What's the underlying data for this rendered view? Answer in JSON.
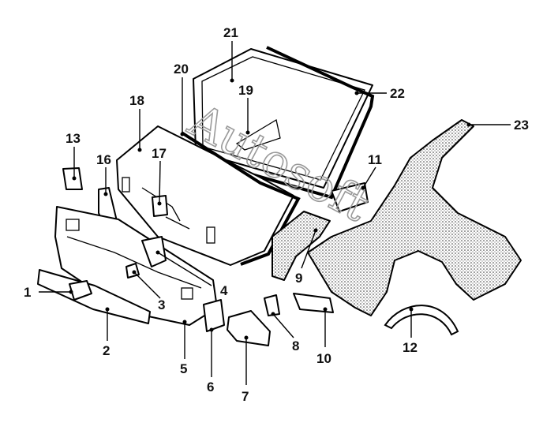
{
  "watermark": "Autosoft",
  "callouts": [
    "1",
    "2",
    "3",
    "4",
    "5",
    "6",
    "7",
    "8",
    "9",
    "10",
    "11",
    "12",
    "13",
    "16",
    "17",
    "18",
    "19",
    "20",
    "21",
    "22",
    "23"
  ]
}
